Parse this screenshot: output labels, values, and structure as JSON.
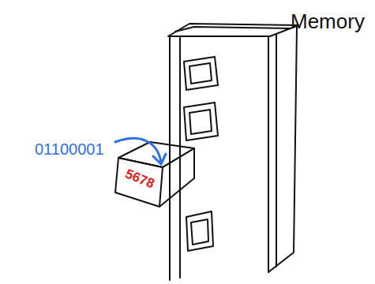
{
  "diagram": {
    "nodes": [
      {
        "text": [
          "Memory"
        ]
      },
      {
        "text": [
          "5678"
        ],
        "in": 0
      }
    ],
    "labels": [
      "01100001"
    ]
  }
}
